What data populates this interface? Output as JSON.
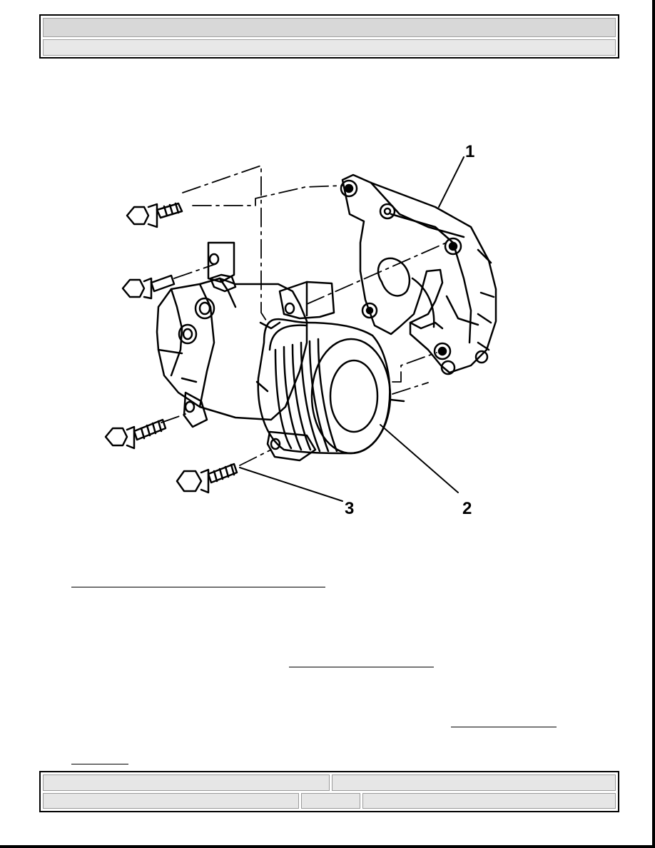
{
  "header": {
    "title": "",
    "subtitle": ""
  },
  "figure": {
    "callouts": [
      "1",
      "2",
      "3"
    ]
  },
  "links": {
    "link_1": "",
    "link_2": "",
    "link_3a": "",
    "link_3b": ""
  },
  "footer": {
    "top_left": "",
    "top_right": "",
    "bottom_left": "",
    "bottom_middle": "",
    "bottom_right": ""
  }
}
